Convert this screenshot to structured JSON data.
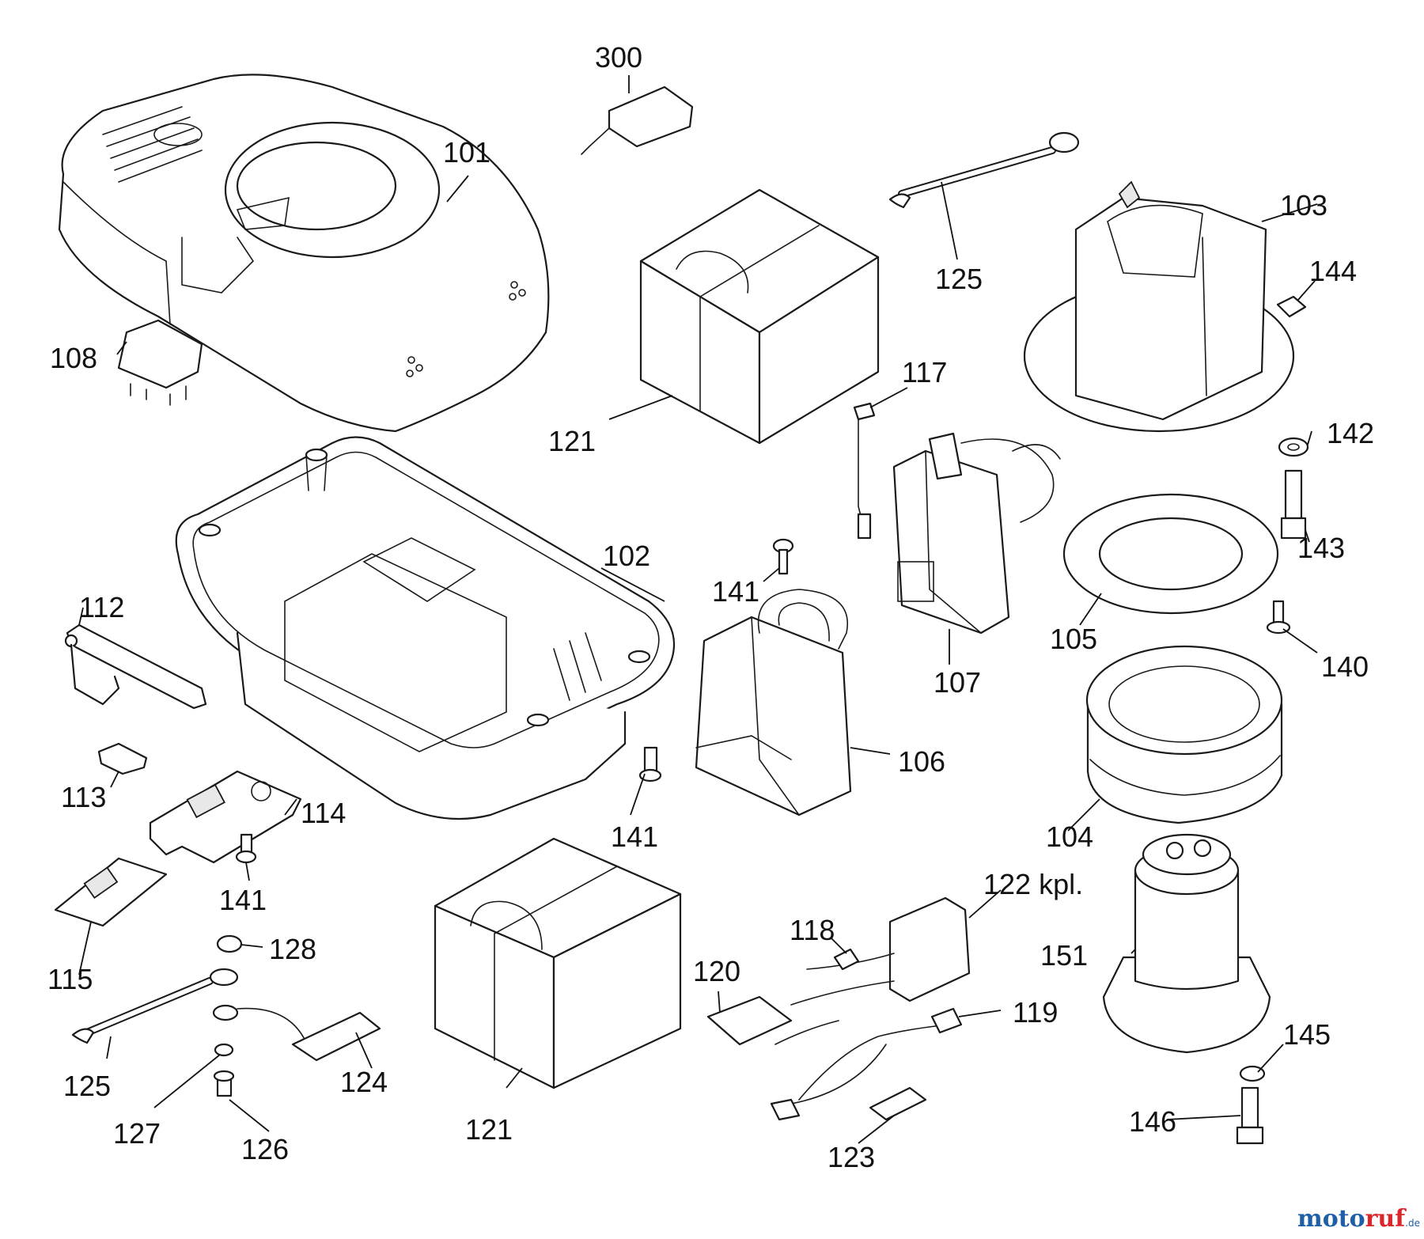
{
  "callouts": {
    "c300": "300",
    "c101": "101",
    "c108": "108",
    "c125a": "125",
    "c103": "103",
    "c144": "144",
    "c121a": "121",
    "c117": "117",
    "c142": "142",
    "c143": "143",
    "c102": "102",
    "c112": "112",
    "c141a": "141",
    "c105": "105",
    "c140": "140",
    "c107": "107",
    "c106": "106",
    "c113": "113",
    "c114": "114",
    "c141b": "141",
    "c104": "104",
    "c141c": "141",
    "c115": "115",
    "c128": "128",
    "c122": "122 kpl.",
    "c118": "118",
    "c151": "151",
    "c120": "120",
    "c119": "119",
    "c125b": "125",
    "c124": "124",
    "c145": "145",
    "c127": "127",
    "c121b": "121",
    "c146": "146",
    "c126": "126",
    "c123": "123"
  },
  "watermark": {
    "brand_part1": "moto",
    "brand_part2": "ruf",
    "suffix": ".de"
  }
}
